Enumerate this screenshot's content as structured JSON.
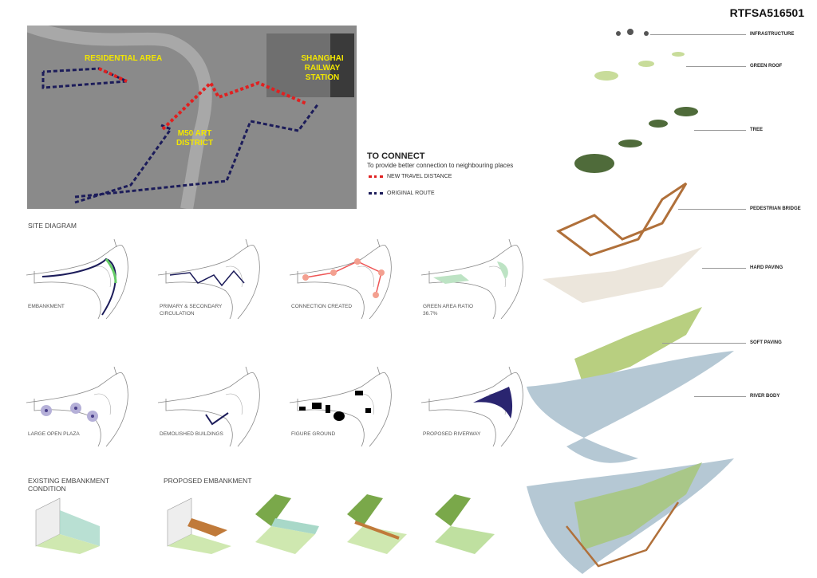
{
  "board_code": "RTFSA516501",
  "map": {
    "labels": {
      "residential": "RESIDENTIAL AREA",
      "station": "SHANGHAI RAILWAY STATION",
      "district": "M50 ART DISTRICT"
    }
  },
  "connect": {
    "title": "TO CONNECT",
    "subtitle": "To provide better connection to neighbouring places",
    "legend": [
      {
        "label": "NEW TRAVEL DISTANCE",
        "color": "#e02020"
      },
      {
        "label": "ORIGINAL ROUTE",
        "color": "#1c1c5a"
      }
    ]
  },
  "site_diagram": {
    "title": "SITE DIAGRAM",
    "items": [
      {
        "label": "EMBANKMENT"
      },
      {
        "label": "PRIMARY & SECONDARY CIRCULATION"
      },
      {
        "label": "CONNECTION CREATED"
      },
      {
        "label": "GREEN AREA RATIO 36.7%"
      },
      {
        "label": "LARGE OPEN PLAZA"
      },
      {
        "label": "DEMOLISHED BUILDINGS"
      },
      {
        "label": "FIGURE GROUND"
      },
      {
        "label": "PROPOSED RIVERWAY"
      }
    ]
  },
  "embankment": {
    "existing": "EXISTING EMBANKMENT CONDITION",
    "proposed": "PROPOSED EMBANKMENT"
  },
  "layers": [
    "INFRASTRUCTURE",
    "GREEN ROOF",
    "TREE",
    "PEDESTRIAN BRIDGE",
    "HARD PAVING",
    "SOFT PAVING",
    "RIVER BODY"
  ]
}
